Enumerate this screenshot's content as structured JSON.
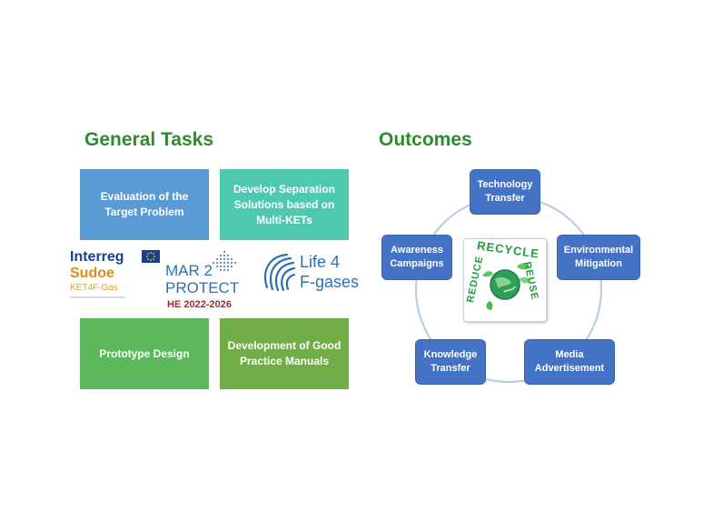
{
  "headings": {
    "general_tasks": "General Tasks",
    "outcomes": "Outcomes"
  },
  "tasks": {
    "evaluation": "Evaluation of the Target Problem",
    "separation": "Develop Separation Solutions based on Multi-KETs",
    "prototype": "Prototype Design",
    "manuals": "Development of Good Practice Manuals"
  },
  "logos": {
    "interreg": "Interreg",
    "sudoe": "Sudoe",
    "ket4f": "KET4F-Gas",
    "mar2_line1": "MAR 2",
    "mar2_line2": "PROTECT",
    "he_period": "HE 2022-2026",
    "life4_line1": "Life 4",
    "life4_line2": "F-gases"
  },
  "recycle_badge": {
    "recycle": "RECYCLE",
    "reuse": "REUSE",
    "reduce": "REDUCE"
  },
  "outcomes": {
    "technology_transfer": "Technology Transfer",
    "environmental_mitigation": "Environmental Mitigation",
    "media_advertisement": "Media Advertisement",
    "knowledge_transfer": "Knowledge Transfer",
    "awareness_campaigns": "Awareness Campaigns"
  },
  "colors": {
    "heading_green": "#2e8b2e",
    "task_blue": "#5b9bd5",
    "task_teal": "#4ec9b0",
    "task_green": "#5cb85c",
    "task_olive": "#70ad47",
    "outcome_blue": "#4472c4",
    "circle_line": "#b8c9e6",
    "recycle_green": "#1e9e3a",
    "he_red": "#a52a2a"
  }
}
